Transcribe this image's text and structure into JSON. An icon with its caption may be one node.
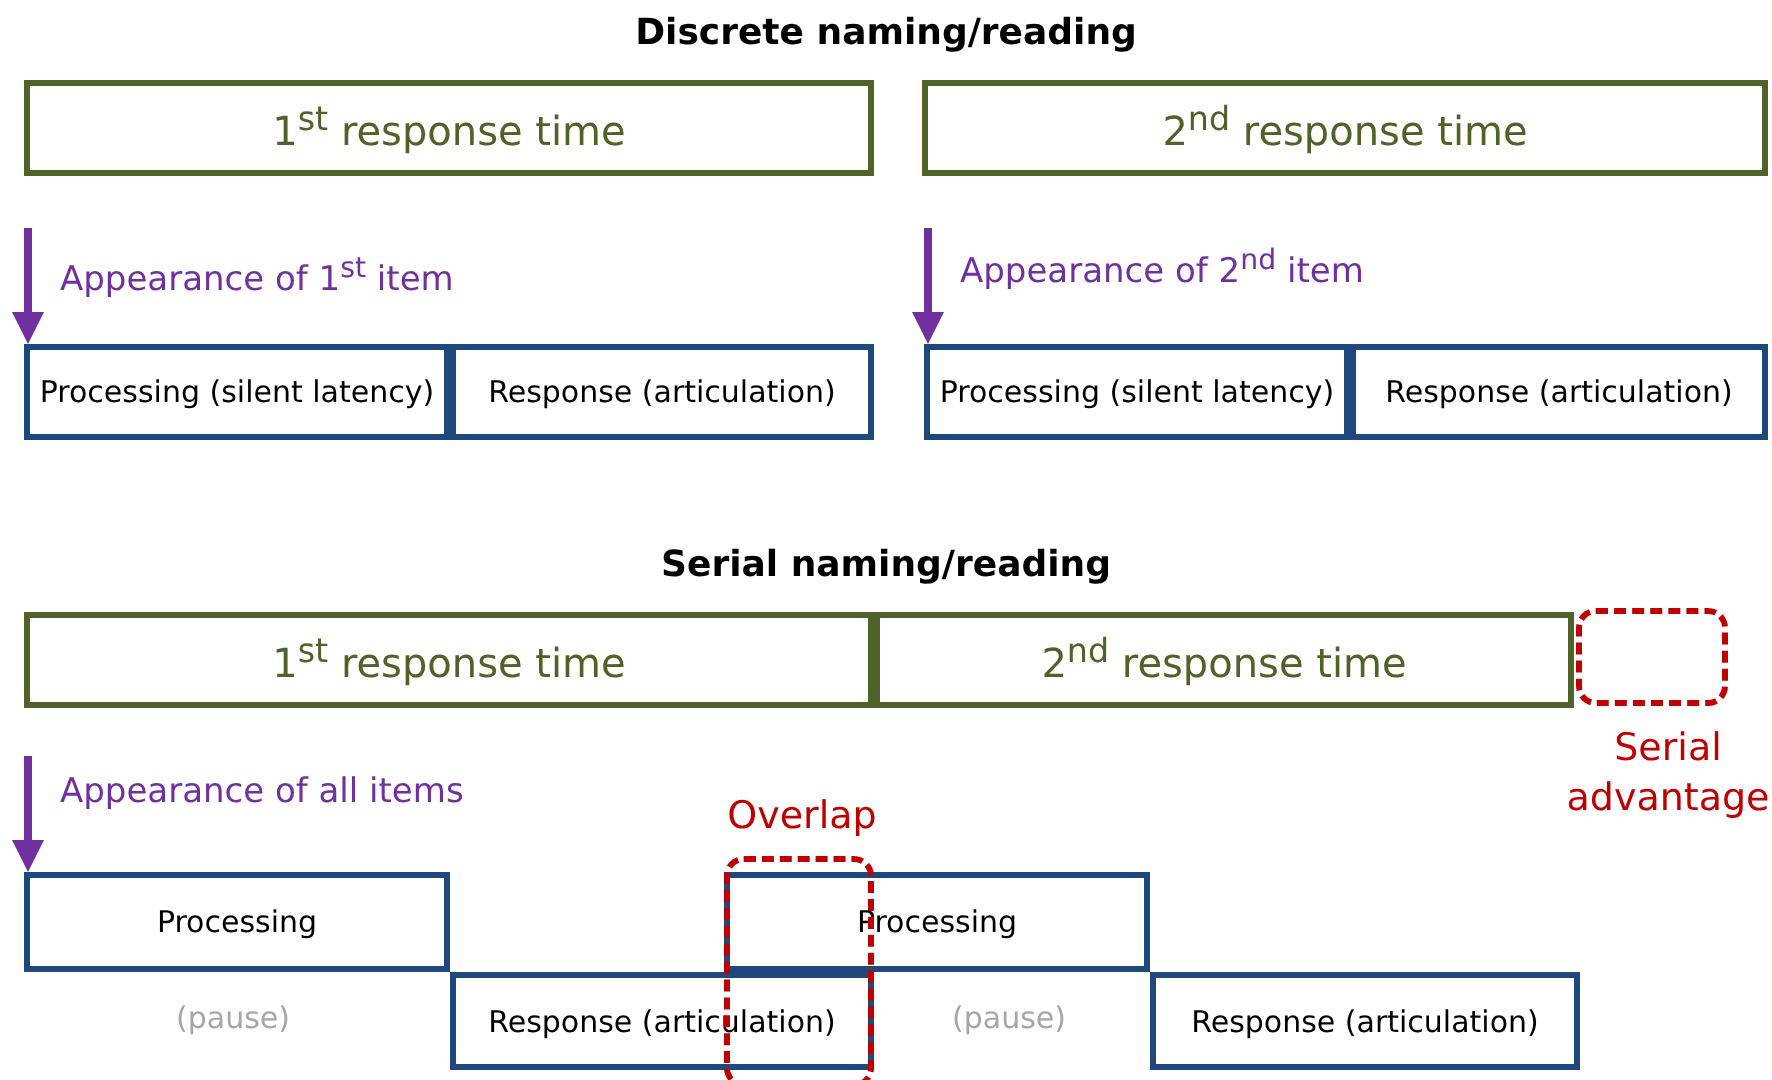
{
  "diagram": {
    "nodes": [
      {
        "text": [
          "1$^{st}$ response time"
        ]
      },
      {
        "text": [
          "2$^{nd}$ response time"
        ]
      },
      {
        "text": [
          "Processing (silent latency)"
        ]
      },
      {
        "text": [
          "Response (articulation)"
        ]
      },
      {
        "text": [
          "Processing (silent latency)"
        ]
      },
      {
        "text": [
          "Response (articulation)"
        ]
      },
      {
        "text": [
          "1$^{st}$ response time"
        ]
      },
      {
        "text": [
          "2$^{nd}$ response time"
        ]
      },
      {
        "text": [],
        "shape": "box",
        "beside": [
          "Serial advantage"
        ]
      },
      {
        "text": [
          "Processing"
        ]
      },
      {
        "text": [
          "Response (articulation)"
        ]
      },
      {
        "text": [
          "Processing"
        ]
      },
      {
        "text": [
          "Response (articulation)"
        ]
      },
      {
        "text": [],
        "shape": "box",
        "beside": [
          "Overlap"
        ]
      }
    ],
    "edges": [
      {
        "from": null,
        "to": 2,
        "arrow": "to"
      },
      {
        "from": null,
        "to": 4,
        "arrow": "to"
      },
      {
        "from": null,
        "to": 9,
        "arrow": "to"
      }
    ],
    "labels": [
      "Discrete naming/reading",
      "Appearance of 1$^{st}$ item",
      "Appearance of 2$^{nd}$ item",
      "Serial naming/reading",
      "Appearance of all items",
      "(pause)",
      "(pause)"
    ]
  }
}
